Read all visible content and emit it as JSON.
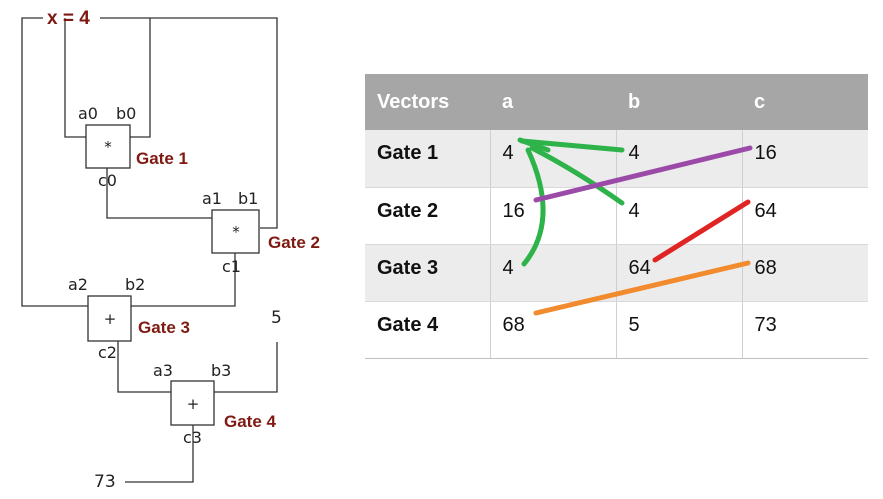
{
  "circuit": {
    "input_label": "x = 4",
    "gates": [
      {
        "name": "Gate 1",
        "op": "*",
        "in1": "a0",
        "in2": "b0",
        "out": "c0"
      },
      {
        "name": "Gate 2",
        "op": "*",
        "in1": "a1",
        "in2": "b1",
        "out": "c1"
      },
      {
        "name": "Gate 3",
        "op": "+",
        "in1": "a2",
        "in2": "b2",
        "out": "c2"
      },
      {
        "name": "Gate 4",
        "op": "+",
        "in1": "a3",
        "in2": "b3",
        "out": "c3"
      }
    ],
    "constant": "5",
    "output_value": "73"
  },
  "table": {
    "headers": [
      "Vectors",
      "a",
      "b",
      "c"
    ],
    "rows": [
      {
        "label": "Gate 1",
        "a": "4",
        "b": "4",
        "c": "16"
      },
      {
        "label": "Gate 2",
        "a": "16",
        "b": "4",
        "c": "64"
      },
      {
        "label": "Gate 3",
        "a": "4",
        "b": "64",
        "c": "68"
      },
      {
        "label": "Gate 4",
        "a": "68",
        "b": "5",
        "c": "73"
      }
    ]
  },
  "colors": {
    "gate_label": "#7f1a12",
    "header_bg": "#a6a6a6",
    "row_shade": "#ececec",
    "arrow_green": "#2db34a",
    "arrow_purple": "#9b4aa8",
    "arrow_red": "#e02424",
    "arrow_orange": "#f28a2e"
  }
}
